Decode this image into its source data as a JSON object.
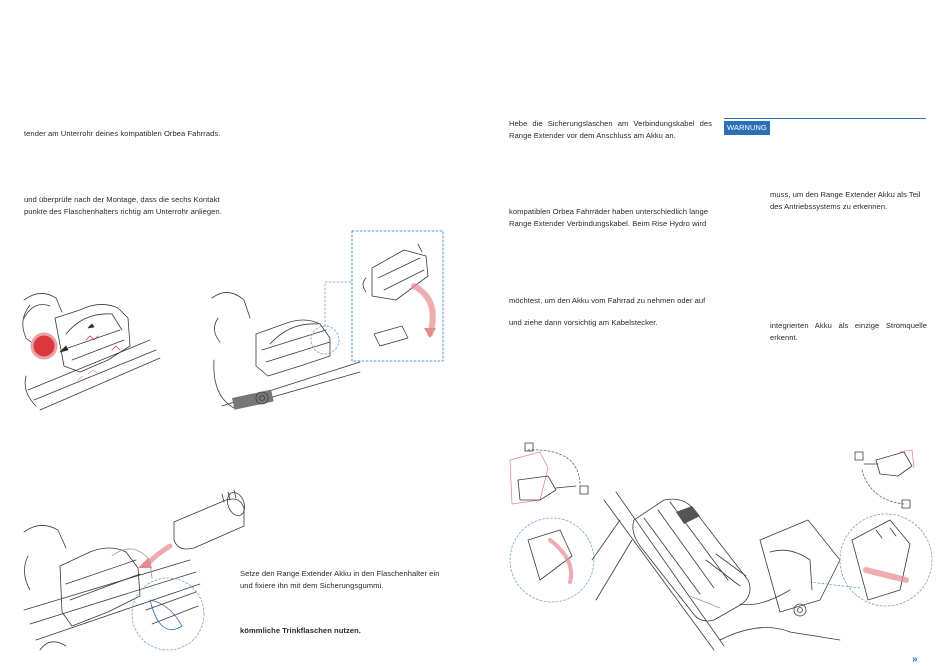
{
  "left": {
    "p1": "tender am Unterrohr deines kompatiblen Orbea Fahrrads.",
    "p2_l1": "und überprüfe nach der Montage, dass die sechs Kontakt",
    "p2_l2": "punkte des Flaschenhalters richtig am Unterrohr anliegen.",
    "p3_l1": "Setze den Range Extender Akku in den Flaschenhalter ein",
    "p3_l2": "und fixiere ihn mit dem Sicherungsgummi.",
    "p4": "kömmliche Trinkflaschen nutzen."
  },
  "mid": {
    "p1_l1": "Hebe die Sicherungslaschen am Verbindungskabel des",
    "p1_l2": "Range Extender vor dem Anschluss am Akku an.",
    "p2_l1": "kompatiblen Orbea Fahrräder haben unterschiedlich lange",
    "p2_l2": "Range Extender Verbindungskabel. Beim Rise Hydro wird",
    "p3": "möchtest, um den Akku vom Fahrrad zu nehmen oder auf",
    "p4": "und ziehe dann vorsichtig am Kabelstecker."
  },
  "right": {
    "warning_label": "WARNUNG",
    "p1_l1": "muss, um den Range Extender Akku als Teil",
    "p1_l2": "des Antriebssystems zu erkennen.",
    "p2_l1": "integrierten Akku als einzige Stromquelle",
    "p2_l2": "erkennt."
  },
  "footer": {
    "next_icon": "»"
  },
  "colors": {
    "accent": "#2a6fb8",
    "stop": "#d9383f",
    "arrow": "#e58a8f"
  }
}
